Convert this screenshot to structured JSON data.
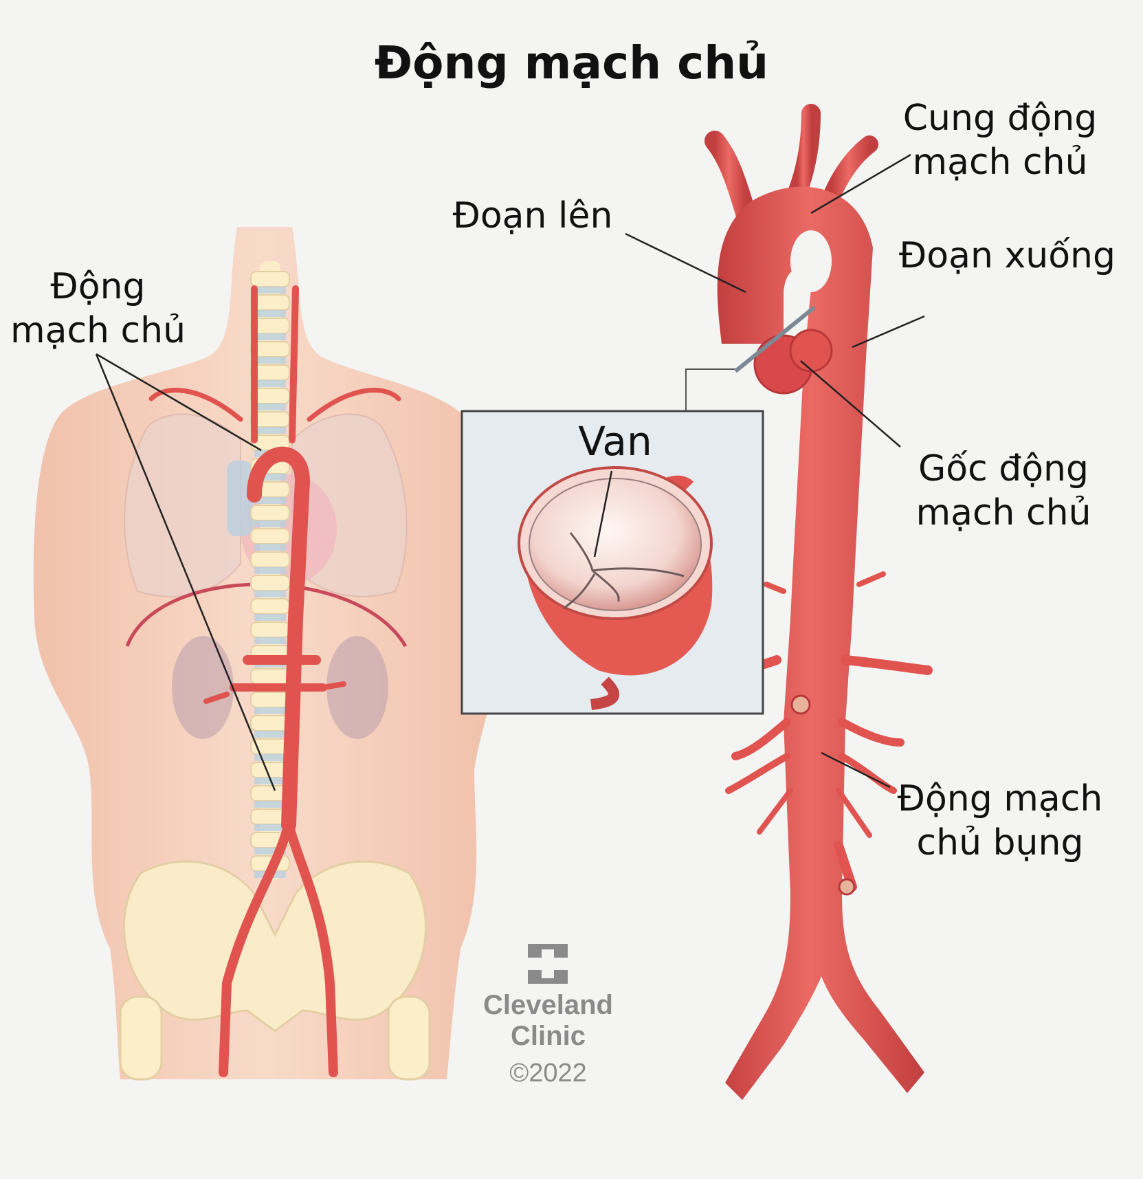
{
  "title": "Động mạch chủ",
  "labels": {
    "aorta_body_line1": "Động",
    "aorta_body_line2": "mạch chủ",
    "arch_line1": "Cung động",
    "arch_line2": "mạch chủ",
    "ascending": "Đoạn lên",
    "descending": "Đoạn xuống",
    "valve": "Van",
    "root_line1": "Gốc động",
    "root_line2": "mạch chủ",
    "abdominal_line1": "Động mạch",
    "abdominal_line2": "chủ bụng"
  },
  "logo": {
    "line1": "Cleveland",
    "line2": "Clinic",
    "copyright": "©2022"
  },
  "colors": {
    "artery": "#e0534f",
    "artery_dark": "#b8383a",
    "skin": "#f5c9b0",
    "bone": "#fbeec9",
    "disc": "#b9cfe0",
    "lung": "#ebd3cd",
    "kidney": "#c9a8b0",
    "background": "#f4f4f3",
    "inset_bg": "#e6ebf0"
  }
}
